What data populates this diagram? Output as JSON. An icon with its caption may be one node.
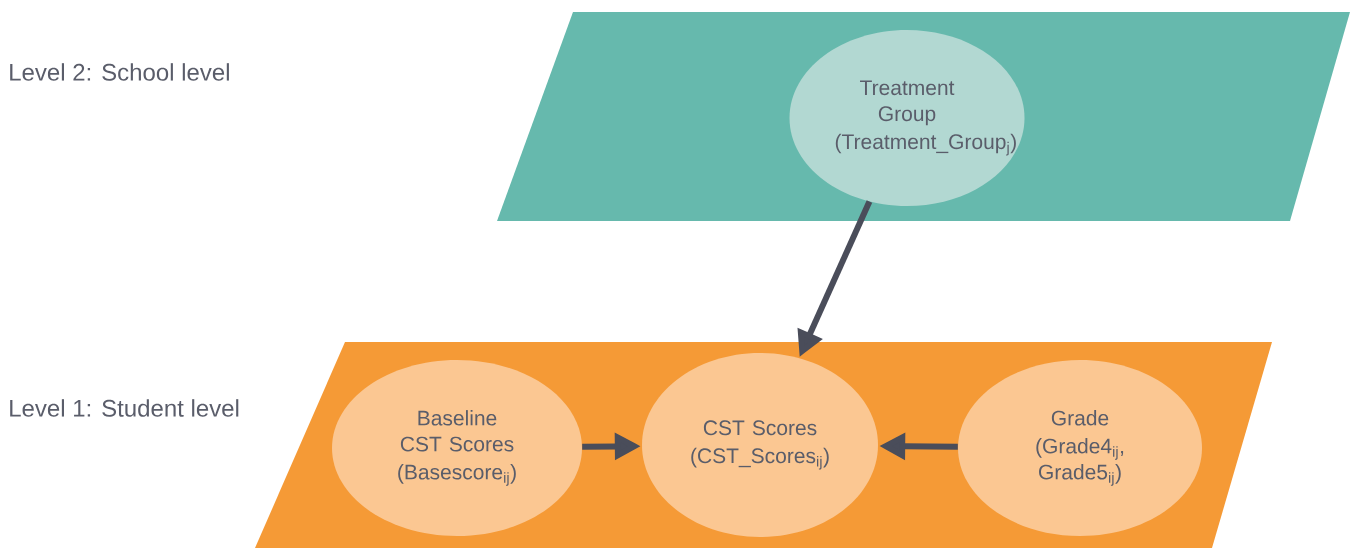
{
  "diagram": {
    "nodes": [
      {
        "text": [],
        "shape": "parallelogram"
      },
      {
        "text": [
          "Treatment Group",
          "(Treatment_Group$_{j}$)"
        ],
        "in": 0
      },
      {
        "text": [],
        "shape": "parallelogram"
      },
      {
        "text": [
          "Baseline CST Scores",
          "(Basescore$_{ij}$)"
        ],
        "in": 2
      },
      {
        "text": [
          "CST Scores",
          "(CST_Scores$_{ij}$)"
        ],
        "in": 2
      },
      {
        "text": [
          "Grade",
          "(Grade4$_{ij}$, Grade5$_{ij}$)"
        ],
        "in": 2
      }
    ],
    "edges": [
      {
        "from": 1,
        "to": 4,
        "arrow": "to"
      },
      {
        "from": 3,
        "to": 4,
        "arrow": "to"
      },
      {
        "from": 5,
        "to": 4,
        "arrow": "to"
      }
    ],
    "labels": [
      "Level 2: School level",
      "Level 1: Student level"
    ]
  }
}
